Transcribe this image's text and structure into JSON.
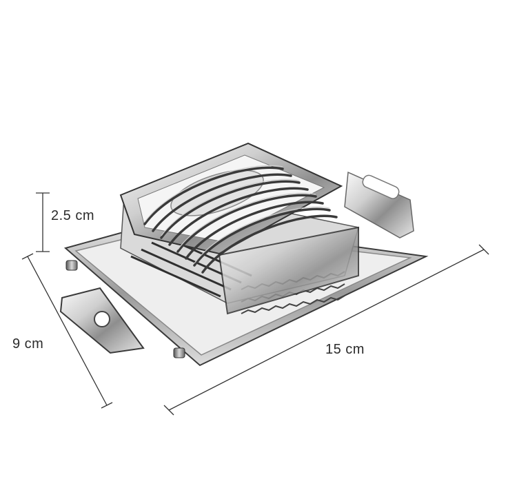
{
  "dimensions": {
    "height_label": "2.5 cm",
    "depth_label": "9 cm",
    "width_label": "15 cm"
  },
  "product": {
    "image_icon": "egg-slicer-illustration",
    "colors": {
      "steel_light": "#f2f2f2",
      "steel_mid": "#b8b8b8",
      "steel_dark": "#3a3a3a",
      "dimension_line": "#333333"
    }
  }
}
